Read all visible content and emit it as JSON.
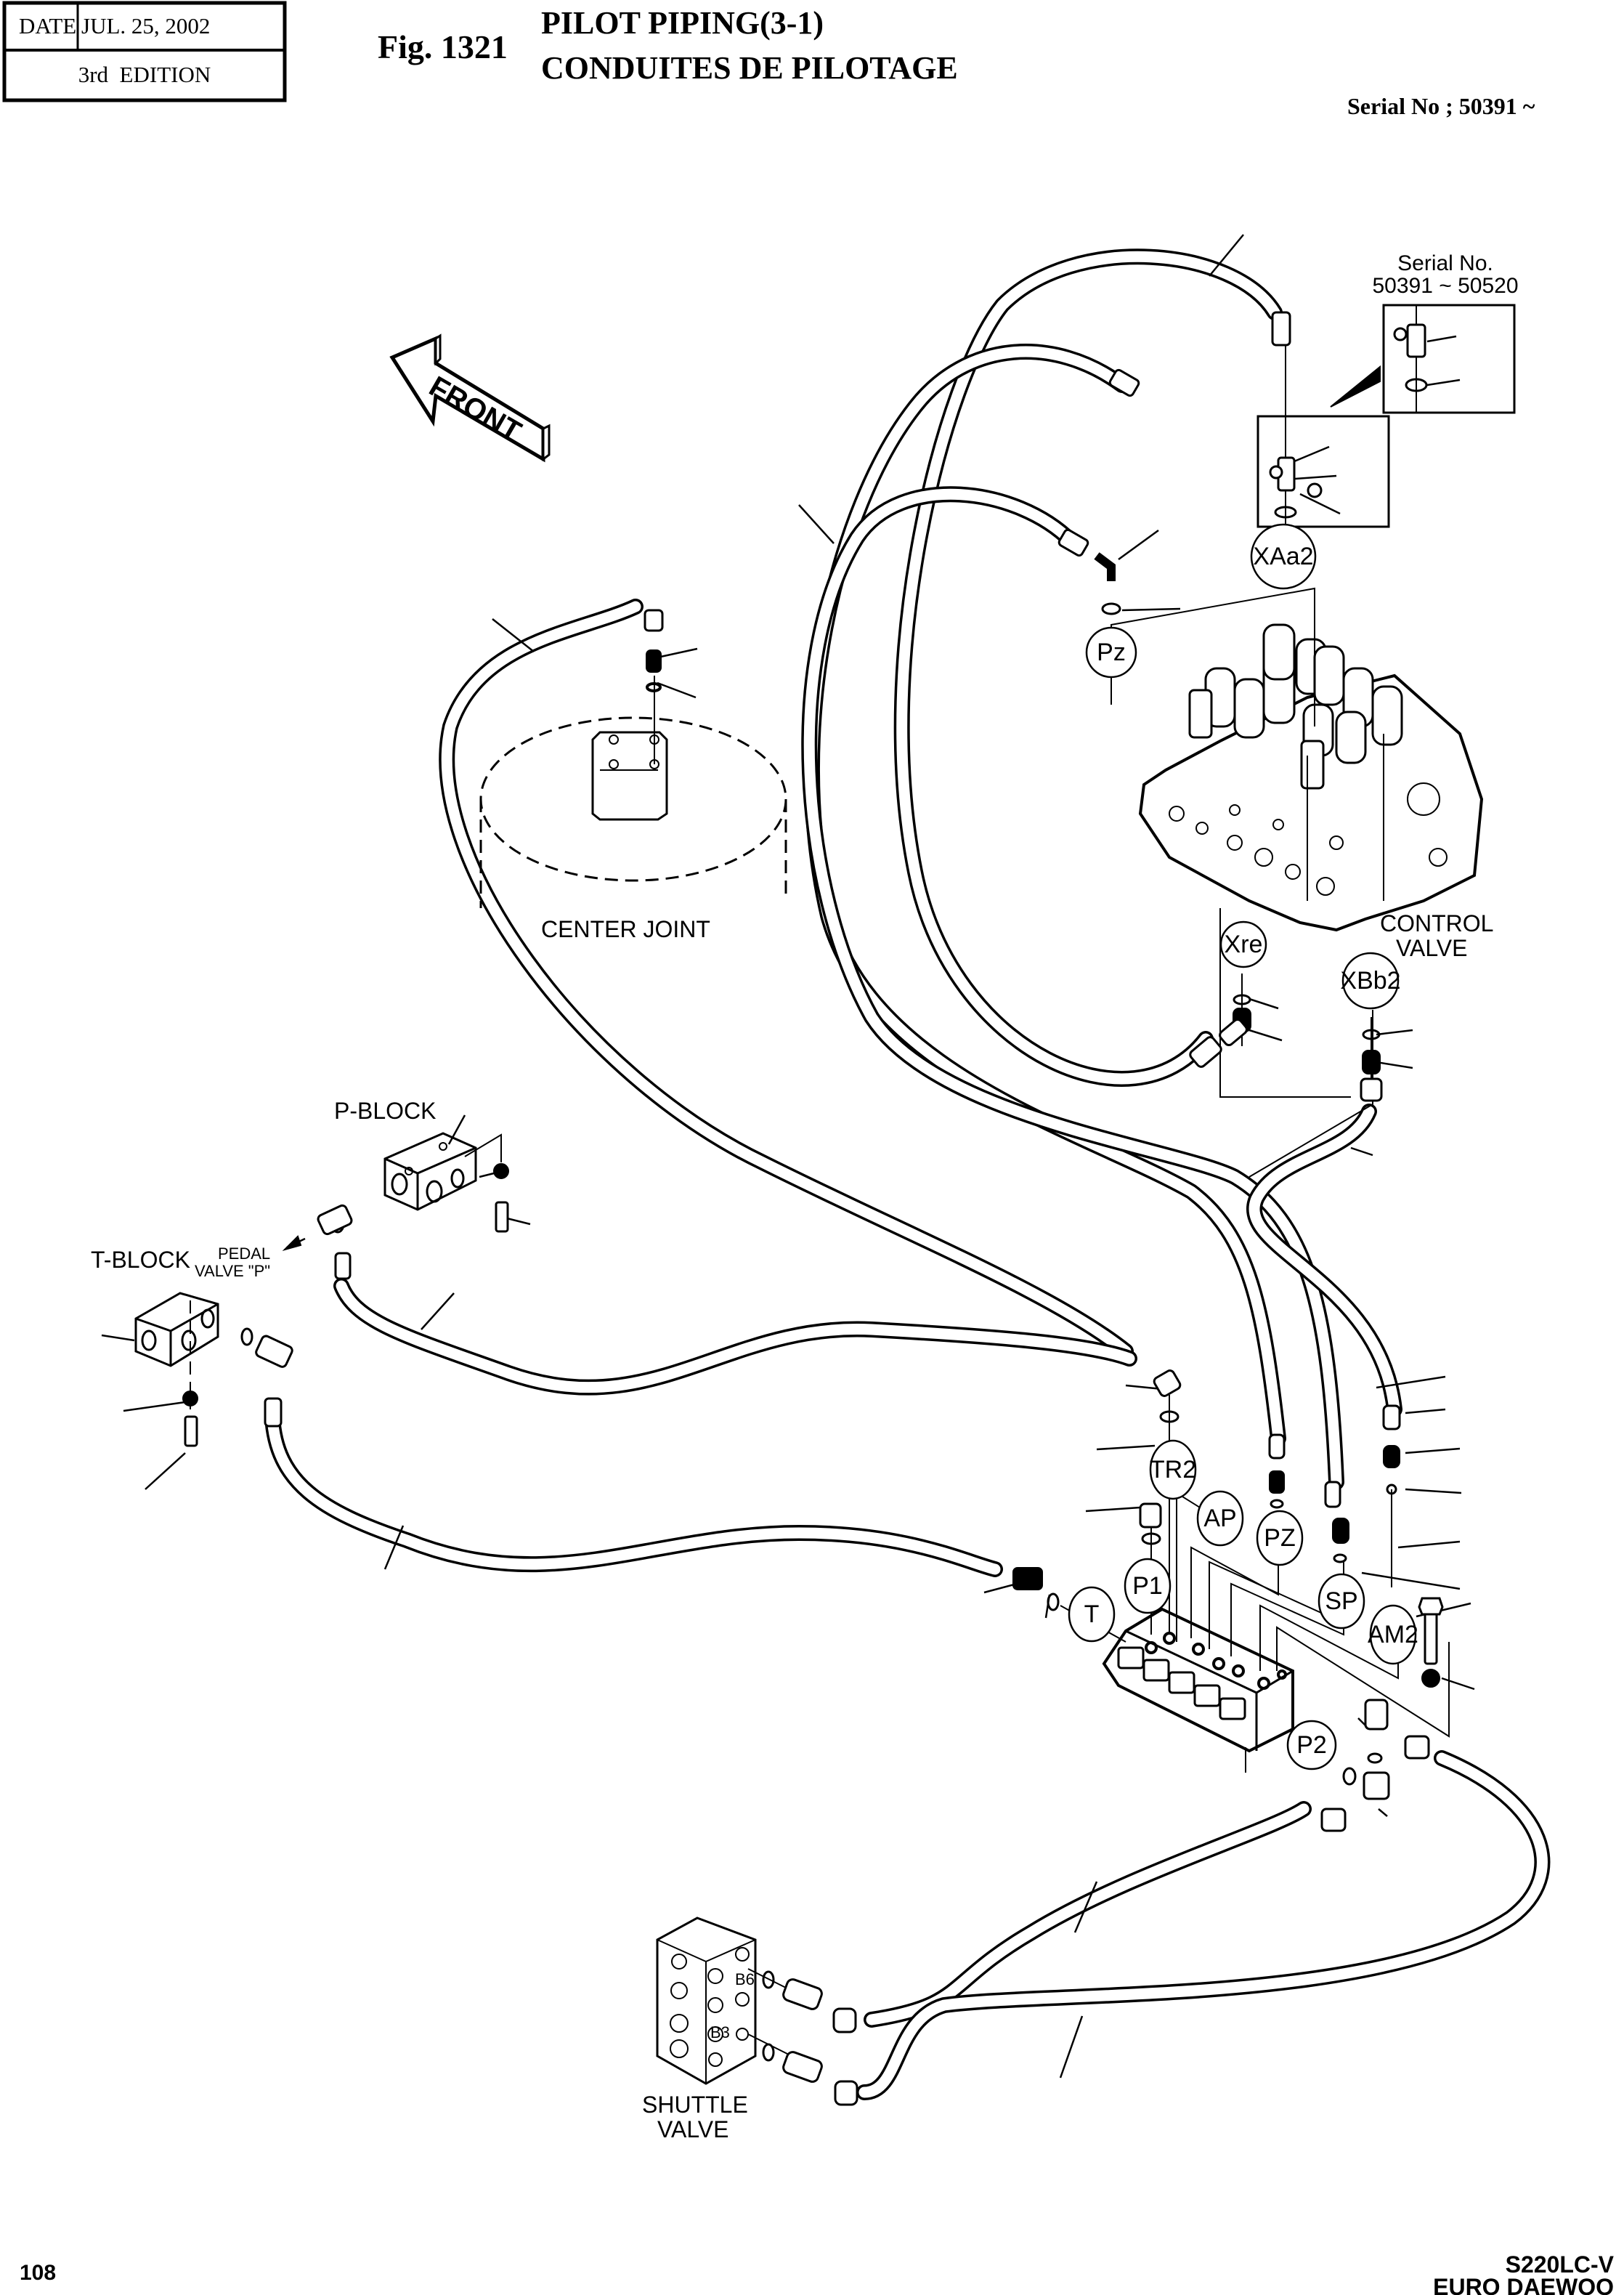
{
  "header": {
    "date_label": "DATE",
    "date_value": "JUL. 25, 2002",
    "edition": "3rd  EDITION",
    "figure_number": "Fig. 1321",
    "title_en": "PILOT PIPING(3-1)",
    "title_fr": "CONDUITES DE PILOTAGE",
    "serial_range": "Serial No ; 50391 ~"
  },
  "inset": {
    "serial_label": "Serial No.",
    "serial_range": "50391 ~ 50520"
  },
  "orientation": {
    "arrow_label": "FRONT"
  },
  "components": {
    "center_joint": "CENTER JOINT",
    "control_valve_line1": "CONTROL",
    "control_valve_line2": "VALVE",
    "p_block": "P-BLOCK",
    "t_block": "T-BLOCK",
    "pedal_valve_line1": "PEDAL",
    "pedal_valve_line2": "VALVE \"P\"",
    "shuttle_valve_line1": "SHUTTLE",
    "shuttle_valve_line2": "VALVE"
  },
  "port_labels": {
    "xaa2": "XAa2",
    "pz_lower": "Pz",
    "xre": "Xre",
    "xbb2": "XBb2",
    "tr2": "TR2",
    "ap": "AP",
    "pz_upper": "PZ",
    "p1": "P1",
    "t": "T",
    "sp": "SP",
    "am2": "AM2",
    "p2": "P2",
    "b6": "B6",
    "b3": "B3"
  },
  "footer": {
    "page_number": "108",
    "model": "S220LC-V",
    "brand": "EURO DAEWOO"
  }
}
